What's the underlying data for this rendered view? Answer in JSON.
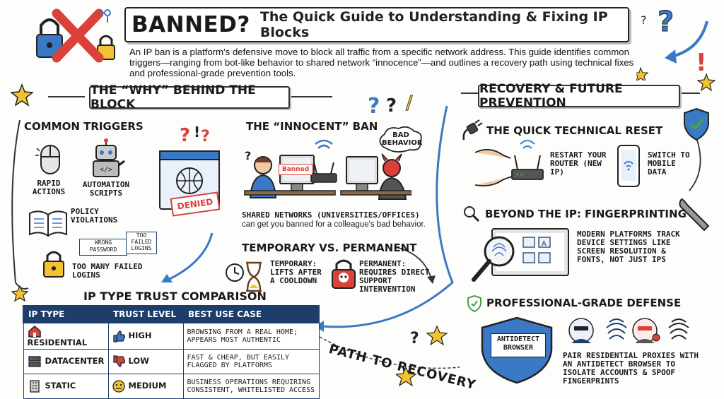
{
  "title": {
    "main": "BANNED?",
    "sub": "The Quick Guide to Understanding & Fixing IP Blocks"
  },
  "intro": "An IP ban is a platform's defensive move to block all traffic from a specific network address. This guide identifies common triggers—ranging from bot-like behavior to shared network “innocence”—and outlines a recovery path using technical fixes and professional-grade prevention tools.",
  "left_banner": "THE “WHY” BEHIND THE BLOCK",
  "right_banner": "RECOVERY & FUTURE PREVENTION",
  "triggers": {
    "heading": "COMMON TRIGGERS",
    "rapid": "RAPID ACTIONS",
    "automation": "AUTOMATION SCRIPTS",
    "policy": "POLICY VIOLATIONS",
    "failed": "TOO MANY FAILED LOGINS",
    "wrong_password": "WRONG PASSWORD",
    "too_failed": "TOO FAILED LOGINS",
    "denied": "DENIED"
  },
  "innocent": {
    "heading": "THE “INNOCENT” BAN",
    "bad_behavior": "BAD BEHAVIOR",
    "banned_tag": "Banned",
    "caption_1": "SHARED NETWORKS (UNIVERSITIES/OFFICES)",
    "caption_2": "can get you banned for a colleague's bad behavior."
  },
  "temp_perm": {
    "heading": "TEMPORARY VS. PERMANENT",
    "temporary": "TEMPORARY: LIFTS AFTER A COOLDOWN",
    "permanent": "PERMANENT: REQUIRES DIRECT SUPPORT INTERVENTION"
  },
  "trust": {
    "heading": "IP TYPE TRUST COMPARISON",
    "columns": [
      "IP TYPE",
      "TRUST LEVEL",
      "BEST USE CASE"
    ],
    "rows": [
      {
        "type": "RESIDENTIAL",
        "level": "HIGH",
        "use": "BROWSING FROM A REAL HOME; APPEARS MOST AUTHENTIC"
      },
      {
        "type": "DATACENTER",
        "level": "LOW",
        "use": "FAST & CHEAP, BUT EASILY FLAGGED BY PLATFORMS"
      },
      {
        "type": "STATIC",
        "level": "MEDIUM",
        "use": "BUSINESS OPERATIONS REQUIRING CONSISTENT, WHITELISTED ACCESS"
      }
    ]
  },
  "reset": {
    "heading": "THE QUICK TECHNICAL RESET",
    "router": "RESTART YOUR ROUTER (NEW IP)",
    "mobile": "SWITCH TO MOBILE DATA"
  },
  "fingerprint": {
    "heading": "BEYOND THE IP: FINGERPRINTING",
    "text": "MODERN PLATFORMS TRACK DEVICE SETTINGS LIKE SCREEN RESOLUTION & FONTS, NOT JUST IPs"
  },
  "defense": {
    "heading": "PROFESSIONAL-GRADE DEFENSE",
    "shield": "ANTIDETECT BROWSER",
    "text": "PAIR RESIDENTIAL PROXIES WITH AN ANTIDETECT BROWSER TO ISOLATE ACCOUNTS & SPOOF FINGERPRINTS"
  },
  "path": "PATH TO RECOVERY",
  "colors": {
    "navy": "#1d3d6b",
    "red": "#d9413a",
    "yellow": "#f2c230",
    "blue": "#3a79c6",
    "green": "#4aa04a"
  }
}
